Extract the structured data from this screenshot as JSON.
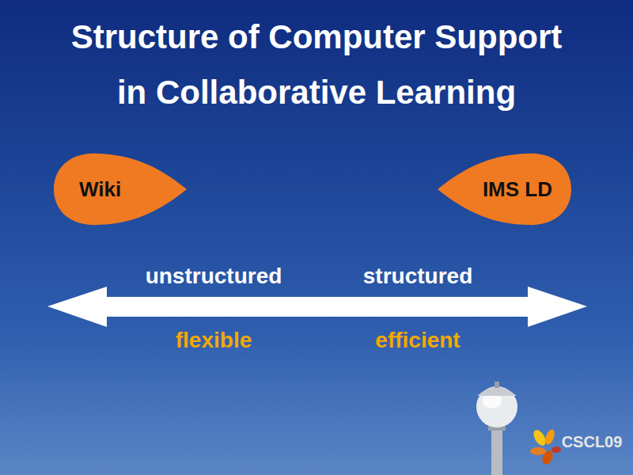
{
  "diagram": {
    "title": "Structure of Computer Support in Collaborative Learning",
    "nodes": [
      {
        "text": [
          "Wiki"
        ]
      },
      {
        "text": [
          "IMS LD"
        ]
      }
    ],
    "labels": [
      "unstructured",
      "structured",
      "flexible",
      "efficient",
      "CSCL09"
    ]
  }
}
